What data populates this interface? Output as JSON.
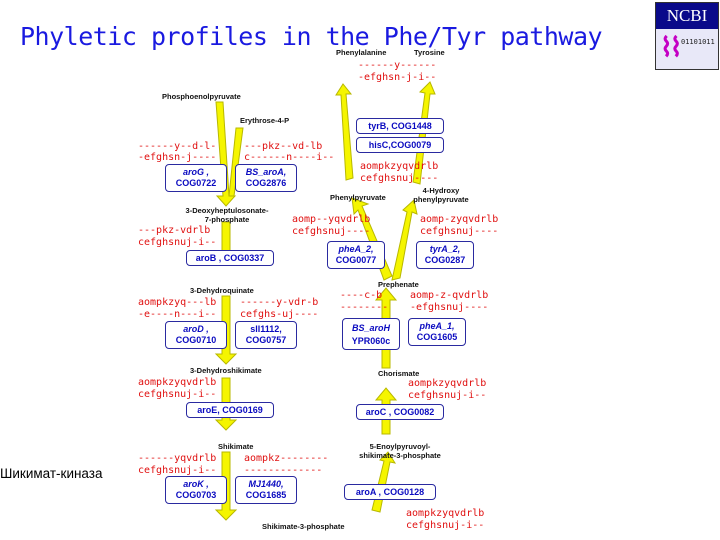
{
  "title": "Phyletic profiles in the Phe/Tyr pathway",
  "logo": {
    "text": "NCBI",
    "bits": "01101011"
  },
  "side_label": "Шикимат-киназа",
  "metabolites": {
    "pep": "Phosphoenolpyruvate",
    "e4p": "Erythrose-4-P",
    "dahp_1": "3-Deoxyheptulosonate-",
    "dahp_2": "7-phosphate",
    "dhq": "3-Dehydroquinate",
    "dhs": "3-Dehydroshikimate",
    "shikimate": "Shikimate",
    "s3p": "Shikimate-3-phosphate",
    "phe": "Phenylalanine",
    "tyr": "Tyrosine",
    "phepyr": "Phenylpyruvate",
    "hpp_1": "4-Hydroxy",
    "hpp_2": "phenylpyruvate",
    "prephenate": "Prephenate",
    "chorismate": "Chorismate",
    "epsp_1": "5-Enoylpyruvoyl-",
    "epsp_2": "shikimate-3-phosphate"
  },
  "profiles": {
    "p_arog_1": "------y--d-l-",
    "p_arog_2": "-efghsn-j----",
    "p_bsaroa_1": "---pkz--vd-lb",
    "p_bsaroa_2": "c------n----i--",
    "p_arob_1": "---pkz-vdrlb",
    "p_arob_2": "cefghsnuj-i--",
    "p_arod_1": "aompkzyq---lb",
    "p_arod_2": "-e----n---i--",
    "p_sll_1": "------y-vdr-b",
    "p_sll_2": "cefghs-uj----",
    "p_aroe_1": "aompkzyqvdrlb",
    "p_aroe_2": "cefghsnuj-i--",
    "p_arok_1": "------yqvdrlb",
    "p_arok_2": "cefghsnuj-i--",
    "p_mj_1": "aompkz--------",
    "p_mj_2": "-------------",
    "p_tyrb_1": "------y------",
    "p_tyrb_2": "-efghsn-j-i--",
    "p_hisc_1": "aompkzyqvdrlb",
    "p_hisc_2": "cefghsnuj----",
    "p_phea2_1": "aomp--yqvdrlb",
    "p_phea2_2": "cefghsnuj----",
    "p_tyra2_1": "aomp-zyqvdrlb",
    "p_tyra2_2": "cefghsnuj----",
    "p_bsaroh_1": "----c-b",
    "p_bsaroh_2": "--------",
    "p_phea1_1": "aomp-z-qvdrlb",
    "p_phea1_2": "-efghsnuj----",
    "p_aroc_1": "aompkzyqvdrlb",
    "p_aroc_2": "cefghsnuj-i--",
    "p_aroa_1": "aompkzyqvdrlb",
    "p_aroa_2": "cefghsnuj-i--"
  },
  "genes": {
    "arog_a": "aroG ,",
    "arog_b": "COG0722",
    "bsaroa_a": "BS_aroA,",
    "bsaroa_b": "COG2876",
    "arob": "aroB , COG0337",
    "arod_a": "aroD ,",
    "arod_b": "COG0710",
    "sll_a": "sll1112,",
    "sll_b": "COG0757",
    "aroe": "aroE, COG0169",
    "arok_a": "aroK ,",
    "arok_b": "COG0703",
    "mj_a": "MJ1440,",
    "mj_b": "COG1685",
    "tyrb": "tyrB, COG1448",
    "hisc": "hisC,COG0079",
    "phea2_a": "pheA_2,",
    "phea2_b": "COG0077",
    "tyra2_a": "tyrA_2,",
    "tyra2_b": "COG0287",
    "bsaroh_a": "BS_aroH",
    "bsaroh_b": "YPR060c",
    "phea1_a": "pheA_1,",
    "phea1_b": "COG1605",
    "aroc": "aroC , COG0082",
    "aroa": "aroA , COG0128"
  },
  "colors": {
    "title": "#1a1ae0",
    "profile": "#e01010",
    "gene": "#0a0ac0",
    "arrow": "#f5f500",
    "arrow_edge": "#b8b800",
    "logo_bg": "#0a0a8a"
  }
}
